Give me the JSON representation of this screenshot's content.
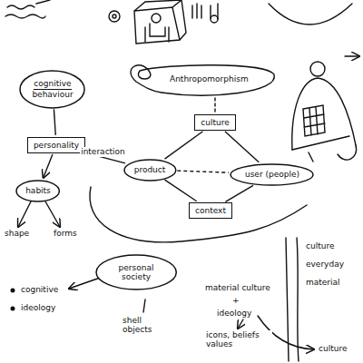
{
  "diagram": {
    "nodes": [
      {
        "text": [
          "cognitive",
          "behaviour"
        ]
      },
      {
        "text": [
          "personality"
        ]
      },
      {
        "text": [
          "habits"
        ]
      },
      {
        "text": [
          "culture"
        ]
      },
      {
        "text": [
          "product"
        ]
      },
      {
        "text": [
          "user (people)"
        ]
      },
      {
        "text": [
          "context"
        ]
      },
      {
        "text": [
          "personal society"
        ]
      }
    ],
    "edges": [
      {
        "from": 0,
        "to": 1,
        "arrow": "none"
      },
      {
        "from": 1,
        "to": 2,
        "arrow": "to"
      },
      {
        "from": 1,
        "to": 4,
        "arrow": "none",
        "label": "interaction"
      },
      {
        "from": 3,
        "to": 4,
        "arrow": "none"
      },
      {
        "from": 4,
        "to": 6,
        "arrow": "none"
      },
      {
        "from": 4,
        "to": 5,
        "arrow": "none"
      },
      {
        "from": 3,
        "to": 5,
        "arrow": "none"
      },
      {
        "from": 6,
        "to": 5,
        "arrow": "none"
      }
    ],
    "labels": [
      "Anthropomorphism",
      "shape",
      "forms",
      "cognitive",
      "ideology",
      "material culture",
      "+",
      "ideology",
      "icons, beliefs values",
      "culture",
      "shell objects",
      "culture",
      "everyday",
      "material"
    ]
  }
}
